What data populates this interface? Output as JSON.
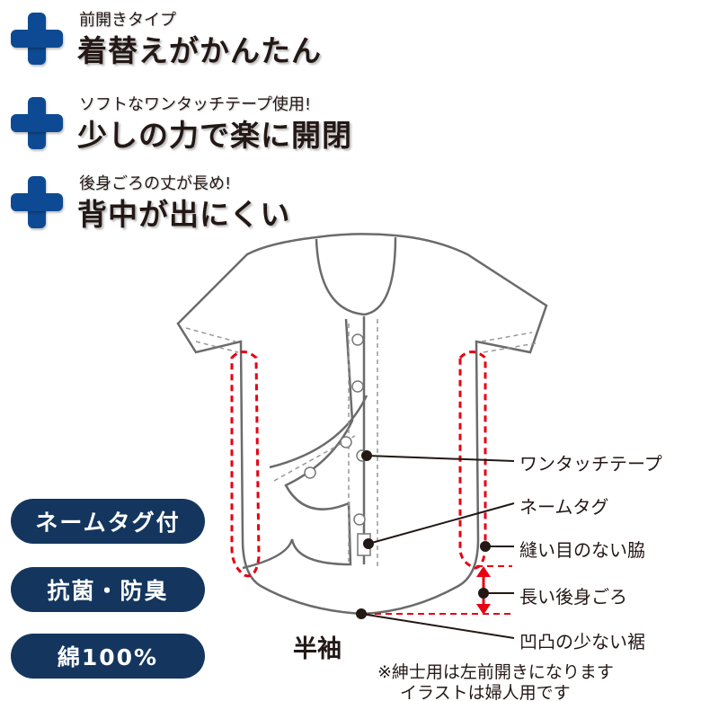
{
  "features": [
    {
      "sub": "前開きタイプ",
      "main": "着替えがかんたん"
    },
    {
      "sub": "ソフトなワンタッチテープ使用!",
      "main": "少しの力で楽に開閉"
    },
    {
      "sub": "後身ごろの丈が長め!",
      "main": "背中が出にくい"
    }
  ],
  "badges": [
    "ネームタグ付",
    "抗菌・防臭",
    "綿100%"
  ],
  "diagram": {
    "title": "半袖",
    "labels": [
      "ワンタッチテープ",
      "ネームタグ",
      "縫い目のない脇",
      "長い後身ごろ",
      "凹凸の少ない裾"
    ],
    "notes": [
      "※紳士用は左前開きになります",
      "イラストは婦人用です"
    ]
  },
  "colors": {
    "accent": "#0d4a93",
    "badge": "#14365e",
    "highlight": "#e60012"
  }
}
